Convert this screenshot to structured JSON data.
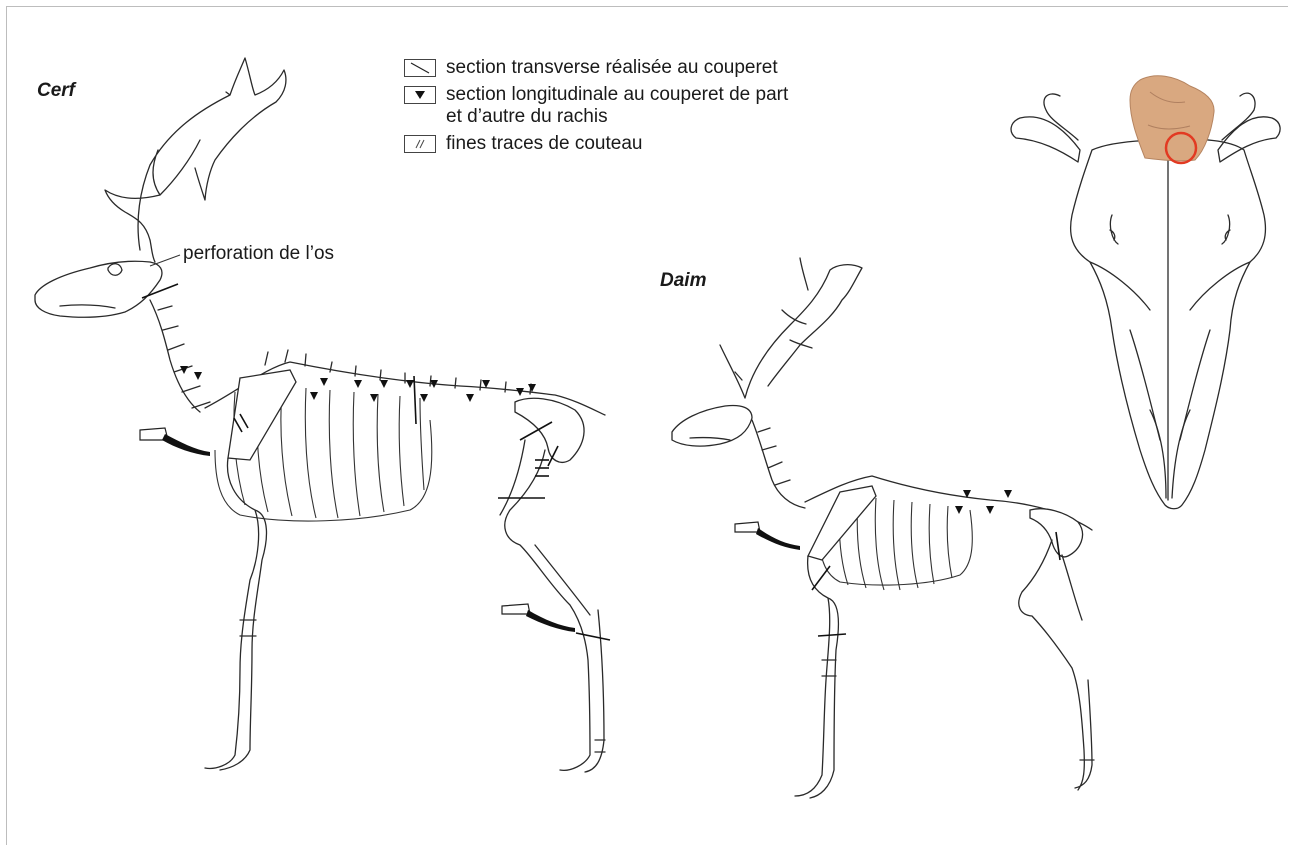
{
  "species": {
    "cerf": "Cerf",
    "daim": "Daim"
  },
  "annotations": {
    "perforation": "perforation de l’os"
  },
  "legend": {
    "items": [
      {
        "text_lines": [
          "section transverse réalisée au couperet"
        ],
        "symbol": "diagonal-line"
      },
      {
        "text_lines": [
          "section longitudinale au couperet de part",
          "et d’autre du rachis"
        ],
        "symbol": "black-triangle"
      },
      {
        "text_lines": [
          "fines traces de couteau"
        ],
        "symbol": "hatch-lines"
      }
    ]
  },
  "colors": {
    "bone_fragment": "#d9a880",
    "highlight_circle": "#e23a22"
  }
}
